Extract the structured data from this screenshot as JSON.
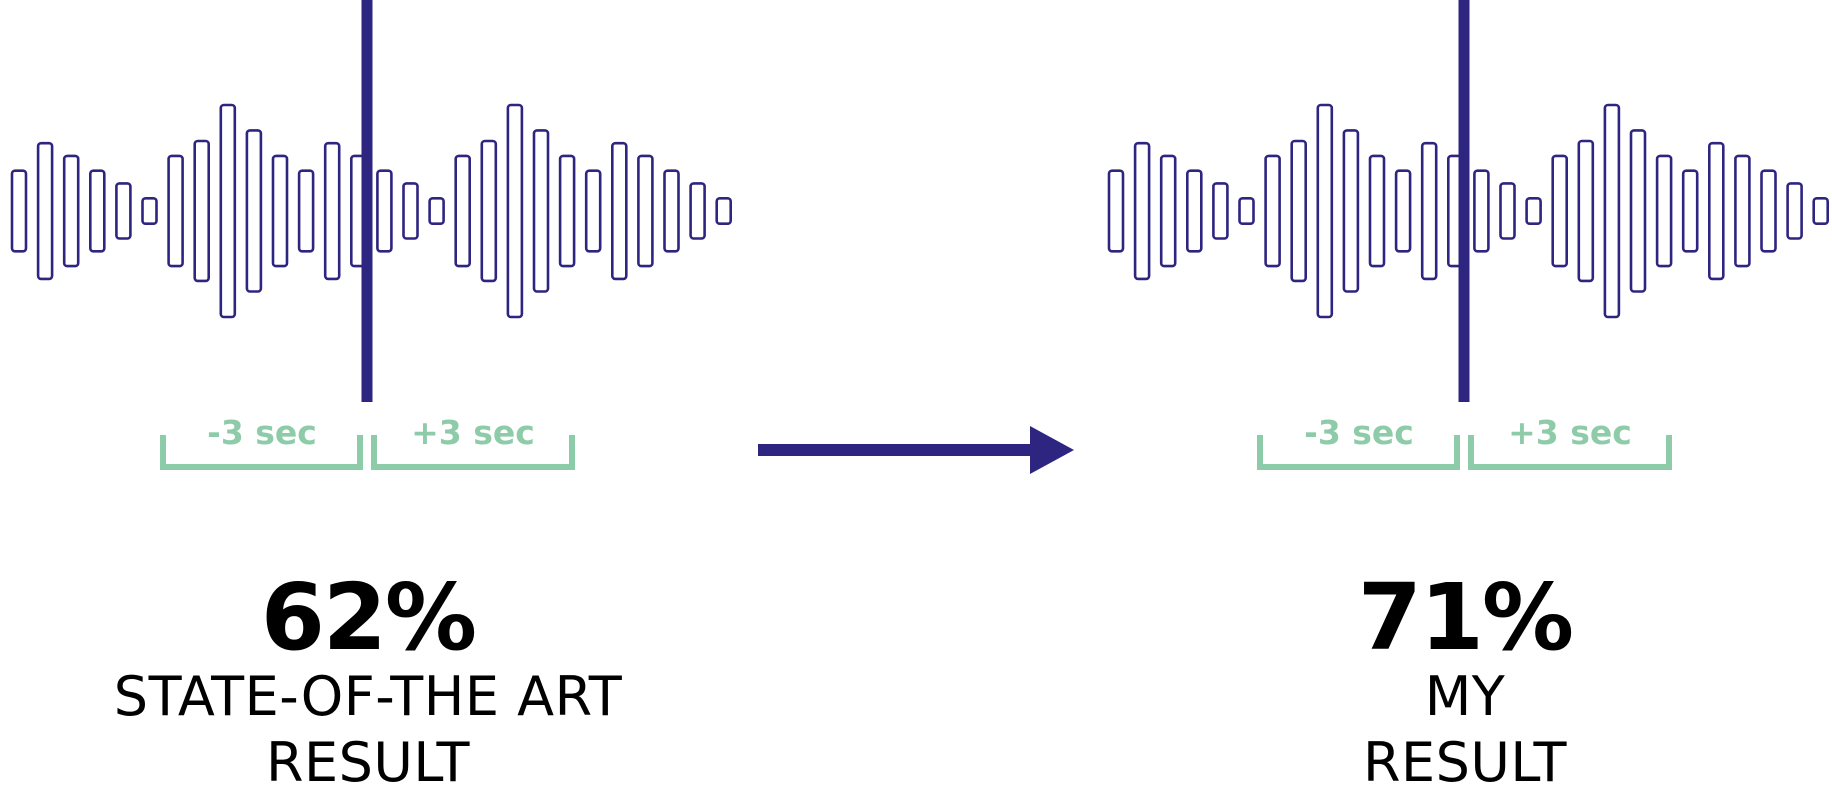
{
  "colors": {
    "wave": "#2e2580",
    "marker": "#2e2580",
    "bracket": "#8ecba9",
    "arrow": "#2e2580",
    "text": "#000000"
  },
  "waveform_heights": [
    0.38,
    0.64,
    0.52,
    0.38,
    0.26,
    0.12,
    0.52,
    0.66,
    1.0,
    0.76,
    0.52,
    0.38,
    0.64,
    0.52,
    0.38,
    0.26,
    0.12,
    0.52,
    0.66,
    1.0,
    0.76,
    0.52,
    0.38,
    0.64,
    0.52,
    0.38,
    0.26,
    0.12
  ],
  "panels": [
    {
      "window_before": "-3 sec",
      "window_after": "+3 sec",
      "percentage": "62%",
      "caption_line1": "STATE-OF-THE ART",
      "caption_line2": "RESULT"
    },
    {
      "window_before": "-3 sec",
      "window_after": "+3 sec",
      "percentage": "71%",
      "caption_line1": "MY",
      "caption_line2": "RESULT"
    }
  ]
}
